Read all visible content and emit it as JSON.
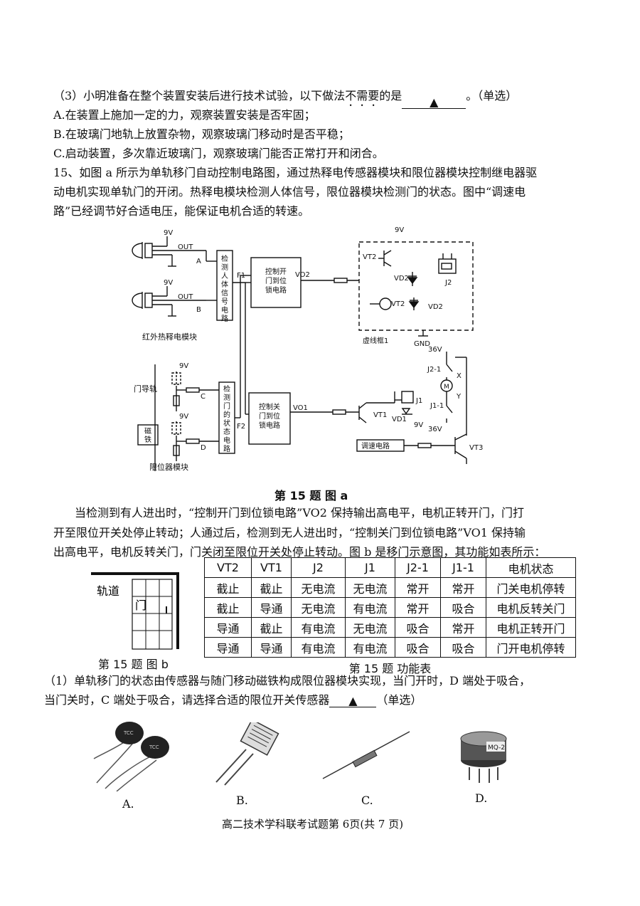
{
  "q14_3": {
    "prefix": "（3）小明准备在整个装置安装后进行技术试验，以下做法",
    "emph": "不需要",
    "suffix": "的是",
    "blank": "▲",
    "end": "。（单选）",
    "options": [
      "A.在装置上施加一定的力，观察装置安装是否牢固；",
      "B.在玻璃门地轨上放置杂物，观察玻璃门移动时是否平稳；",
      "C.启动装置，多次靠近玻璃门，观察玻璃门能否正常打开和闭合。"
    ]
  },
  "q15": {
    "stem": [
      "15、如图 a 所示为单轨移门自动控制电路图，通过热释电传感器模块和限位器模块控制继电器驱",
      "动电机实现单轨门的开闭。热释电模块检测人体信号，限位器模块检测门的状态。图中“调速电",
      "路”已经调节好合适电压，能保证电机合适的转速。"
    ],
    "figure_a_caption": "第 15 题  图 a",
    "desc": [
      "当检测到有人进出时，“控制开门到位锁电路”VO2 保持输出高电平，电机正转开门，门打",
      "开至限位开关处停止转动；人通过后，检测到无人进出时，“控制关门到位锁电路”VO1 保持输",
      "出高电平，电机反转关门，门关闭至限位开关处停止转动。图 b 是移门示意图，其功能如表所示："
    ],
    "figure_b_caption": "第 15 题  图 b",
    "figure_b_label": "轨道",
    "figure_b_door": "门",
    "table_caption": "第 15 题  功能表",
    "table": {
      "headers": [
        "VT2",
        "VT1",
        "J2",
        "J1",
        "J2-1",
        "J1-1",
        "电机状态"
      ],
      "rows": [
        [
          "截止",
          "截止",
          "无电流",
          "无电流",
          "常开",
          "常开",
          "门关电机停转"
        ],
        [
          "截止",
          "导通",
          "无电流",
          "有电流",
          "常开",
          "吸合",
          "电机反转关门"
        ],
        [
          "导通",
          "截止",
          "有电流",
          "无电流",
          "吸合",
          "常开",
          "电机正转开门"
        ],
        [
          "导通",
          "导通",
          "有电流",
          "有电流",
          "吸合",
          "吸合",
          "门开电机停转"
        ]
      ]
    },
    "sub1": [
      "（1）单轨移门的状态由传感器与随门移动磁铁构成限位器模块实现，当门开时，D 端处于吸合，",
      "当门关时，C 端处于吸合，请选择合适的限位开关传感器"
    ],
    "sub1_blank": "▲",
    "sub1_end": "（单选）",
    "choices": [
      "A.",
      "B.",
      "C.",
      "D."
    ]
  },
  "circuit": {
    "v9": "9V",
    "out": "OUT",
    "a": "A",
    "b": "B",
    "c": "C",
    "d": "D",
    "f1": "F1",
    "f2": "F2",
    "pir_label": "红外热释电模块",
    "limit_label": "限位器模块",
    "rail_label": "门导轨",
    "magnet_label": "磁铁",
    "detect_human": "检测人体信号电路",
    "detect_door": "检测门的状态电路",
    "ctrl_open": [
      "控制开",
      "门到位",
      "锁电路"
    ],
    "ctrl_close": [
      "控制关",
      "门到位",
      "锁电路"
    ],
    "vo2": "VO2",
    "vo1": "VO1",
    "vt2": "VT2",
    "vt1": "VT1",
    "vt3": "VT3",
    "vd2": "VD2",
    "vd1": "VD1",
    "j2": "J2",
    "j1": "J1",
    "j2_1": "J2-1",
    "j1_1": "J1-1",
    "gnd": "GND",
    "v36": "36V",
    "x": "X",
    "y": "Y",
    "m": "M",
    "dashed_label": "虚线框1",
    "speed_ctrl": "调速电路"
  },
  "sensor_text": {
    "a": "TCC",
    "d": "MQ-2"
  },
  "footer": "高二技术学科联考试题第 6页(共 7 页)"
}
